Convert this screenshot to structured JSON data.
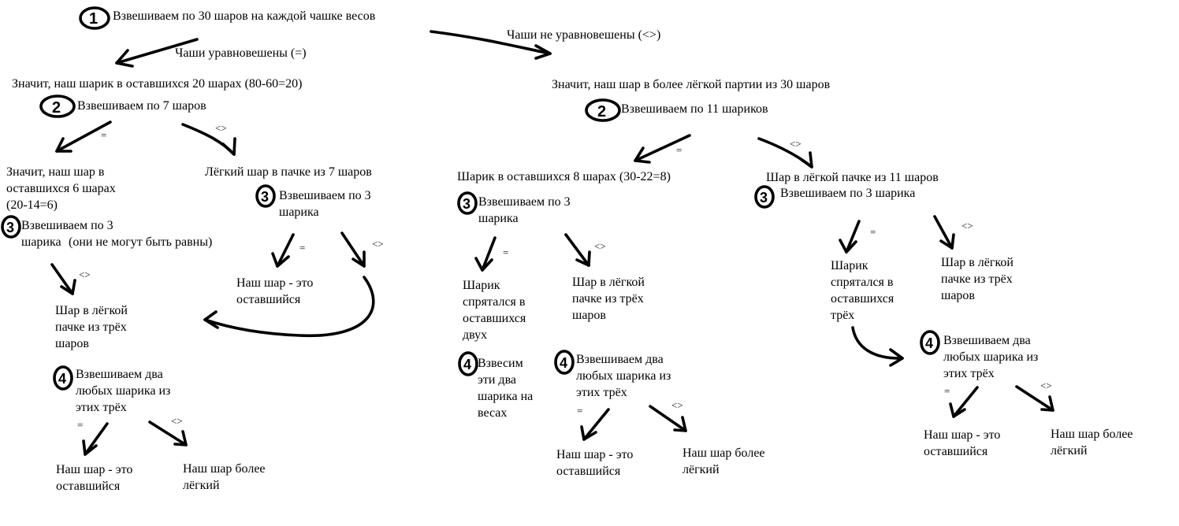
{
  "steps": {
    "s1_top": "Взвешиваем по 30 шаров на каждой чашке весов",
    "eq_top": "Чаши уравновешены (=)",
    "neq_top": "Чаши не уравновешены (<>)",
    "left_result": "Значит, наш шарик в оставшихся 20 шарах (80-60=20)",
    "right_result": "Значит, наш шар в более лёгкой партии из 30 шаров",
    "l2": "Взвешиваем по 7 шаров",
    "r2": "Взвешиваем по 11 шариков",
    "l_eq_text": "Значит, наш шар в\nоставшихся 6 шарах\n(20-14=6)",
    "l3a": "Взвешиваем по 3\nшарика",
    "l3a_note": "(они не могут быть равны)",
    "l_neq_text": "Лёгкий шар в пачке из 7 шаров",
    "l3b": "Взвешиваем по 3\nшарика",
    "l_light3": "Шар в лёгкой\nпачке из трёх\nшаров",
    "l_remain": "Наш шар - это\nоставшийся",
    "l4": "Взвешиваем два\nлюбых шарика из\nэтих трёх",
    "l_res_eq": "Наш шар - это\nоставшийся",
    "l_res_light": "Наш шар более\nлёгкий",
    "r_eq_text": "Шарик в оставшихся 8 шарах (30-22=8)",
    "r_neq_text": "Шар в лёгкой пачке из 11 шаров",
    "r3a": "Взвешиваем по 3\nшарика",
    "r3b": "Взвешиваем по 3 шарика",
    "ra_hidden2": "Шарик\nспрятался в\nоставшихся\nдвух",
    "ra_light3": "Шар в лёгкой\nпачке из трёх\nшаров",
    "ra4a": "Взвесим\nэти два\nшарика на\nвесах",
    "ra4b": "Взвешиваем два\nлюбых шарика из\nэтих трёх",
    "ra_res_eq": "Наш шар - это\nоставшийся",
    "ra_res_light": "Наш шар более\nлёгкий",
    "rb_hidden3": "Шарик\nспрятался в\nоставшихся\nтрёх",
    "rb_light3": "Шар в лёгкой\nпачке из трёх\nшаров",
    "rb4": "Взвешиваем два\nлюбых шарика из\nэтих трёх",
    "rb_res_eq": "Наш шар - это\nоставшийся",
    "rb_res_light": "Наш шар более\nлёгкий"
  },
  "digits": {
    "d1": "1",
    "d2": "2",
    "d3": "3",
    "d4": "4"
  },
  "marks": {
    "eq": "=",
    "neq": "<>"
  }
}
